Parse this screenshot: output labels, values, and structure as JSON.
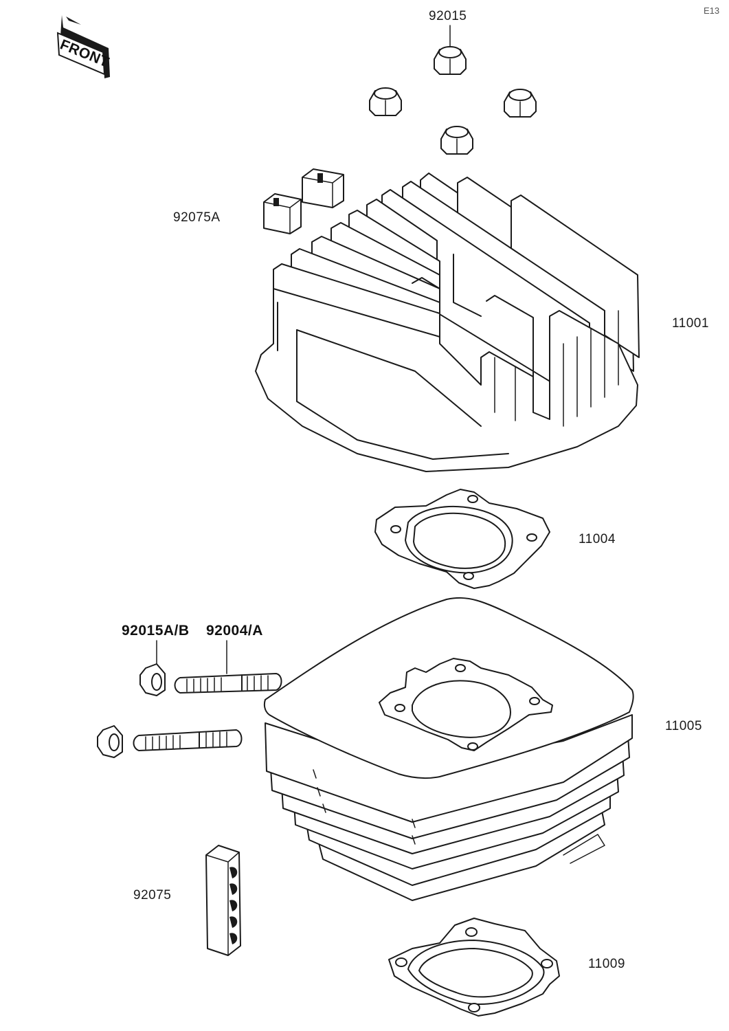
{
  "corner_mark": "E13",
  "front_label": "FRONT",
  "callouts": {
    "nut_top": "92015",
    "head_damper": "92075A",
    "cylinder_head": "11001",
    "head_gasket": "11004",
    "stud_nut": "92015A/B",
    "stud": "92004/A",
    "cylinder": "11005",
    "cylinder_damper": "92075",
    "base_gasket": "11009"
  }
}
